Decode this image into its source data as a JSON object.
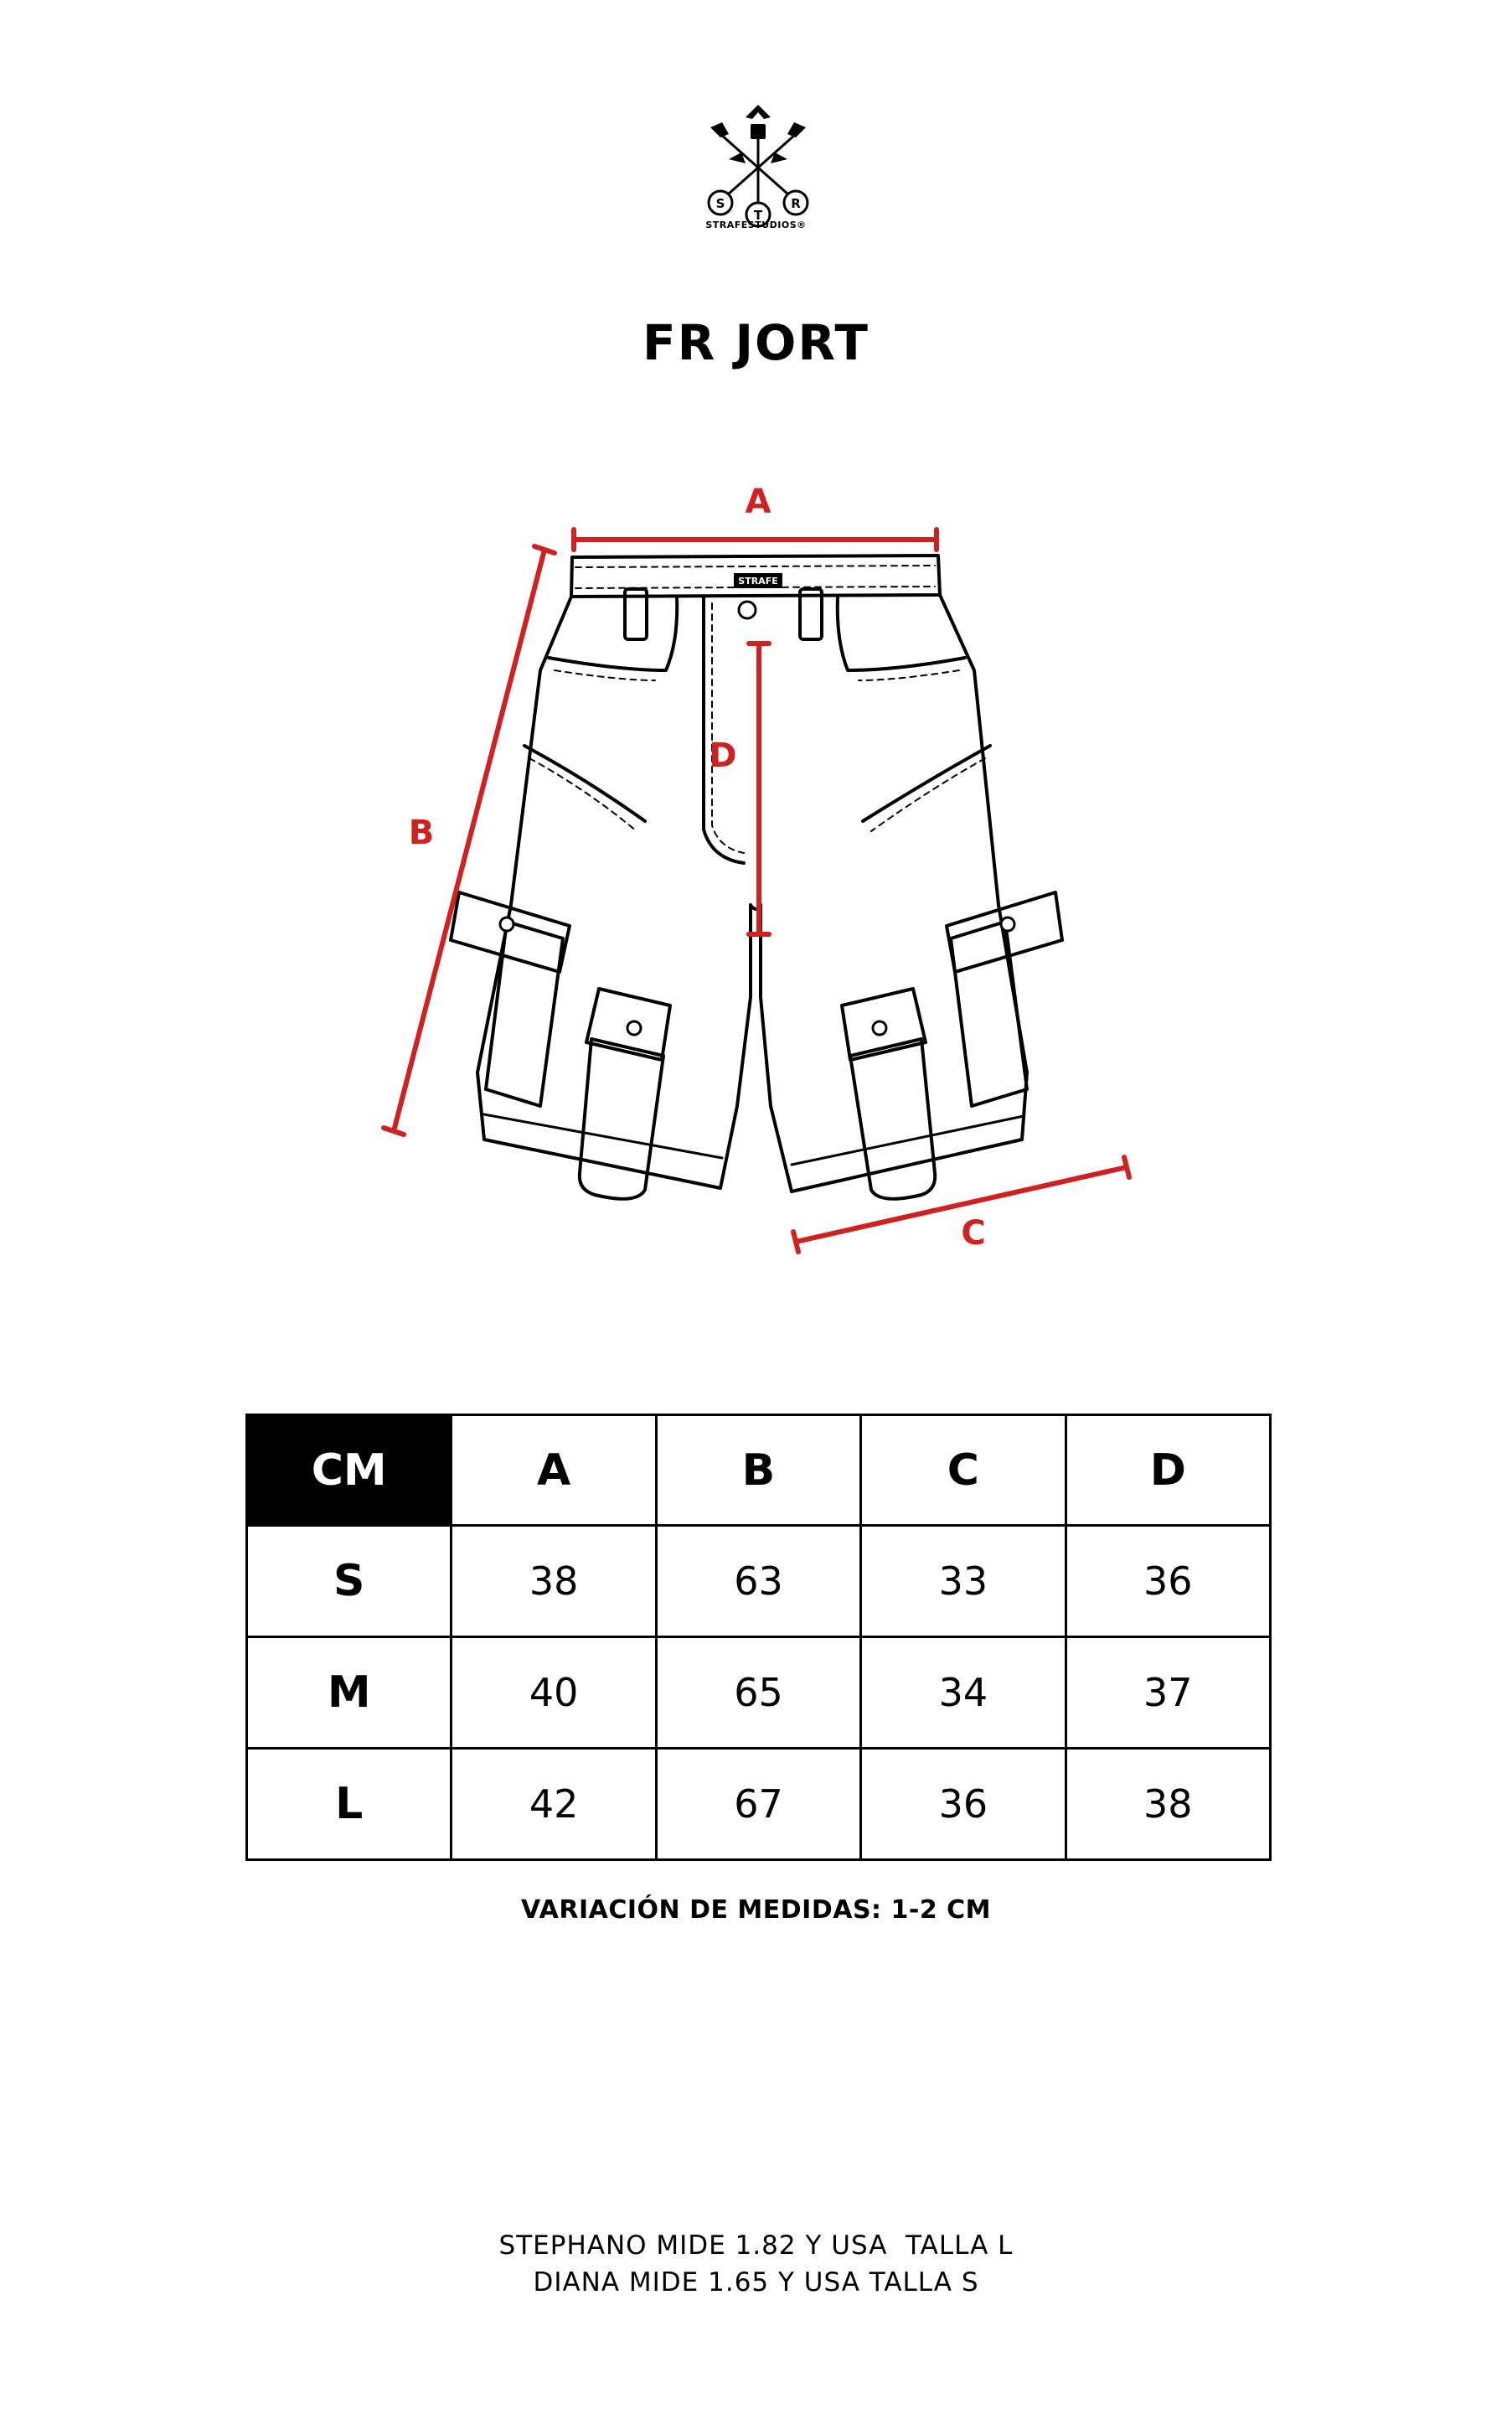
{
  "brand": {
    "logo_letters": [
      "S",
      "T",
      "R"
    ],
    "name": "STRAFESTUDIOS®"
  },
  "title": "FR JORT",
  "diagram": {
    "labels": {
      "a": "A",
      "b": "B",
      "c": "C",
      "d": "D"
    },
    "waistband_tag": "STRAFE",
    "accent_color": "#d0201f"
  },
  "table": {
    "headers": [
      "CM",
      "A",
      "B",
      "C",
      "D"
    ],
    "rows": [
      {
        "size": "S",
        "values": [
          "38",
          "63",
          "33",
          "36"
        ]
      },
      {
        "size": "M",
        "values": [
          "40",
          "65",
          "34",
          "37"
        ]
      },
      {
        "size": "L",
        "values": [
          "42",
          "67",
          "36",
          "38"
        ]
      }
    ]
  },
  "variation_note": "VARIACIÓN DE MEDIDAS: 1-2 CM",
  "model_notes": [
    "STEPHANO MIDE 1.82 Y USA  TALLA L",
    "DIANA MIDE 1.65 Y USA TALLA S"
  ]
}
